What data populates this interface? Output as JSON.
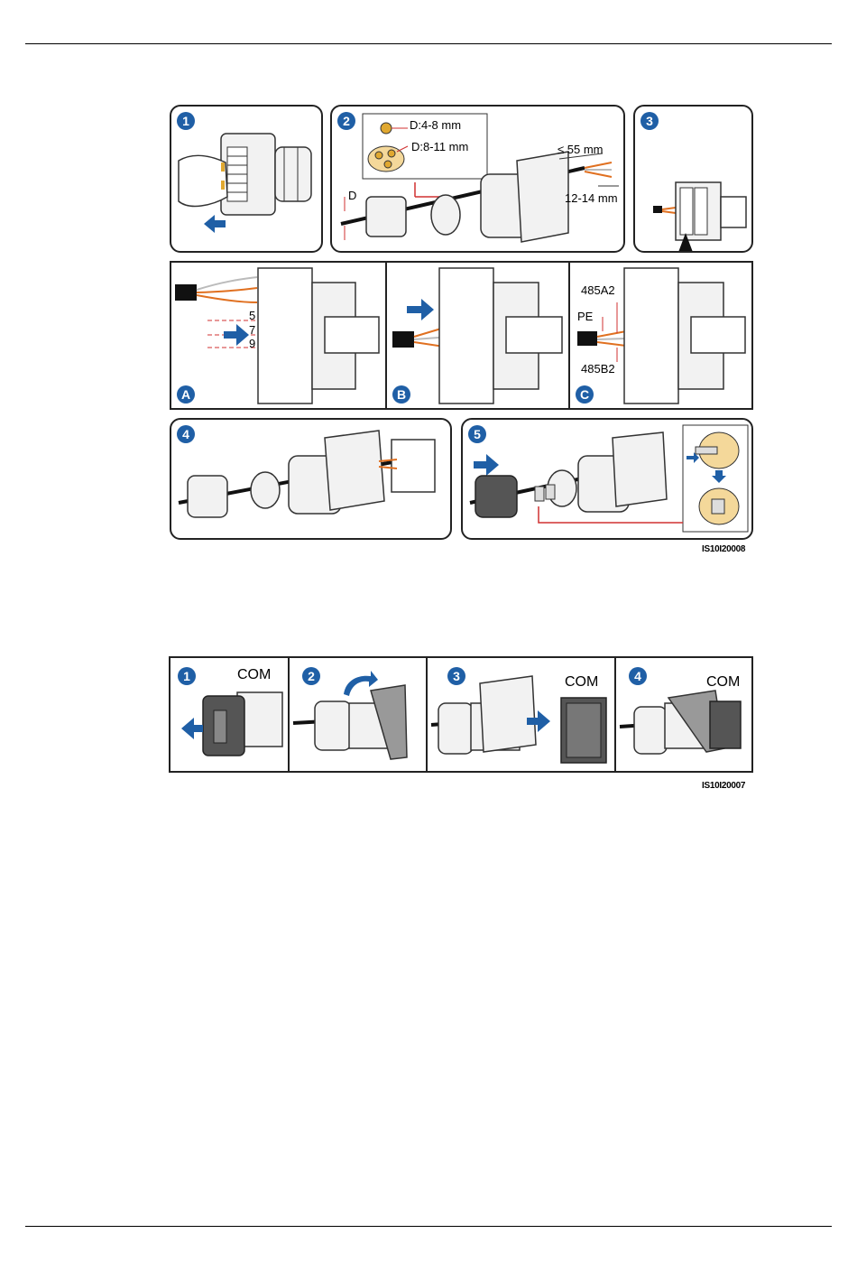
{
  "figure1": {
    "steps": [
      "1",
      "2",
      "3",
      "4",
      "5"
    ],
    "substeps": [
      "A",
      "B",
      "C"
    ],
    "dims": {
      "seal_small": "D:4-8 mm",
      "seal_large": "D:8-11 mm",
      "d_label": "D",
      "strip_length": "≤ 55 mm",
      "strip_end": "12-14 mm"
    },
    "pins": [
      "5",
      "7",
      "9"
    ],
    "wire_labels": {
      "a": "485A2",
      "pe": "PE",
      "b": "485B2"
    },
    "code": "IS10I20008"
  },
  "figure2": {
    "steps": [
      "1",
      "2",
      "3",
      "4"
    ],
    "com": "COM",
    "code": "IS10I20007"
  },
  "colors": {
    "badge": "#1f5fa6",
    "wire_orange": "#e07020",
    "arrow_red": "#d03030",
    "seal_yellow": "#e0a830"
  }
}
